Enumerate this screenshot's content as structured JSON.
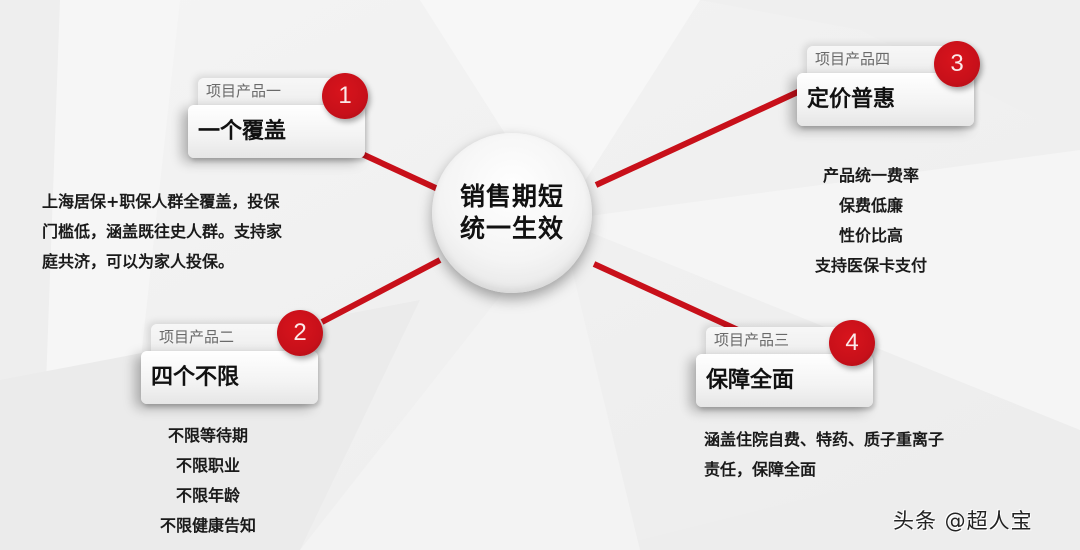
{
  "colors": {
    "accent_red": "#c8101a",
    "background": "#f1f1f1",
    "text_dark": "#111111",
    "tab_text": "#6a6a6a"
  },
  "hub": {
    "line1": "销售期短",
    "line2": "统一生效"
  },
  "cards": [
    {
      "id": "card-1",
      "tab_label": "项目产品一",
      "title": "一个覆盖",
      "badge": "1",
      "description": [
        "上海居保+职保人群全覆盖，投保",
        "门槛低，涵盖既往史人群。支持家",
        "庭共济，可以为家人投保。"
      ]
    },
    {
      "id": "card-2",
      "tab_label": "项目产品二",
      "title": "四个不限",
      "badge": "2",
      "description": [
        "不限等待期",
        "不限职业",
        "不限年龄",
        "不限健康告知"
      ]
    },
    {
      "id": "card-3",
      "tab_label": "项目产品三",
      "title": "保障全面",
      "badge": "4",
      "description": [
        "涵盖住院自费、特药、质子重离子",
        "责任，保障全面"
      ]
    },
    {
      "id": "card-4",
      "tab_label": "项目产品四",
      "title": "定价普惠",
      "badge": "3",
      "description": [
        "产品统一费率",
        "保费低廉",
        "性价比高",
        "支持医保卡支付"
      ]
    }
  ],
  "watermark": "头条 @超人宝"
}
